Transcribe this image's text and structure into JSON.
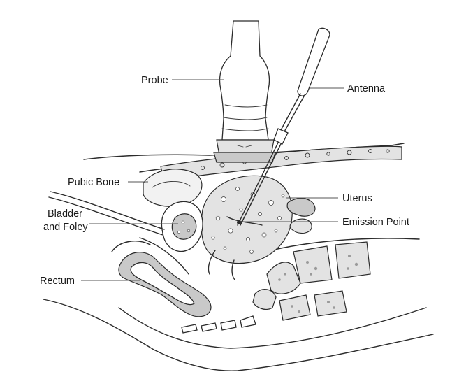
{
  "labels": {
    "probe": "Probe",
    "antenna": "Antenna",
    "pubic_bone": "Pubic Bone",
    "uterus": "Uterus",
    "bladder_line1": "Bladder",
    "bladder_line2": "and Foley",
    "emission_point": "Emission Point",
    "rectum": "Rectum"
  },
  "colors": {
    "line": "#2b2b2b",
    "tissue_gray": "#c9c9c9",
    "background": "#ffffff"
  }
}
